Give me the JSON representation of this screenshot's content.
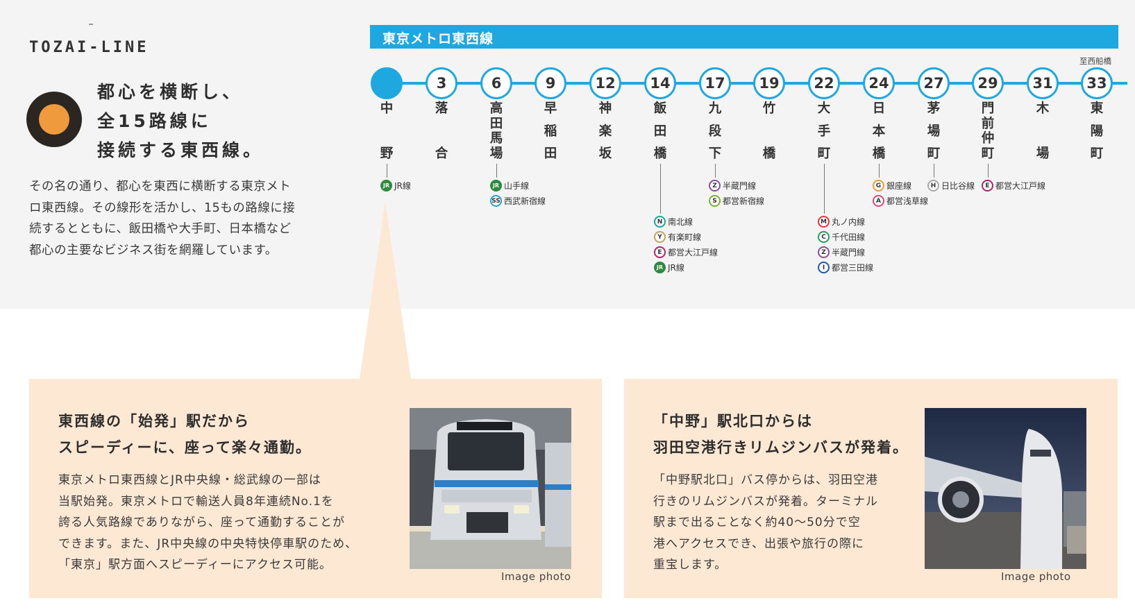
{
  "brand": {
    "logo_text": "TOZAI-LINE"
  },
  "hero": {
    "headline_lines": [
      "都心を横断し、",
      "全15路線に",
      "接続する東西線。"
    ],
    "intro_lines": [
      "その名の通り、都心を東西に横断する東京メト",
      "ロ東西線。その線形を活かし、15もの路線に接",
      "続するとともに、飯田橋や大手町、日本橋など",
      "都心の主要なビジネス街を網羅しています。"
    ]
  },
  "route_map": {
    "line_title": "東京メトロ東西線",
    "terminus_label": "至西船橋",
    "line_color": "#1fa8e0",
    "stations": [
      {
        "minutes": "",
        "name": [
          "中",
          "野"
        ]
      },
      {
        "minutes": "3",
        "name": [
          "落",
          "合"
        ]
      },
      {
        "minutes": "6",
        "name": [
          "高",
          "田",
          "馬",
          "場"
        ]
      },
      {
        "minutes": "9",
        "name": [
          "早",
          "稲",
          "田"
        ]
      },
      {
        "minutes": "12",
        "name": [
          "神",
          "楽",
          "坂"
        ]
      },
      {
        "minutes": "14",
        "name": [
          "飯",
          "田",
          "橋"
        ]
      },
      {
        "minutes": "17",
        "name": [
          "九",
          "段",
          "下"
        ]
      },
      {
        "minutes": "19",
        "name": [
          "竹",
          "橋"
        ]
      },
      {
        "minutes": "22",
        "name": [
          "大",
          "手",
          "町"
        ]
      },
      {
        "minutes": "24",
        "name": [
          "日",
          "本",
          "橋"
        ]
      },
      {
        "minutes": "27",
        "name": [
          "茅",
          "場",
          "町"
        ]
      },
      {
        "minutes": "29",
        "name": [
          "門",
          "前",
          "仲",
          "町"
        ]
      },
      {
        "minutes": "31",
        "name": [
          "木",
          "場"
        ]
      },
      {
        "minutes": "33",
        "name": [
          "東",
          "陽",
          "町"
        ]
      }
    ],
    "transfers": [
      {
        "station": 0,
        "lines": [
          {
            "code": "JR",
            "name": "JR線",
            "color": "#2e8b3d"
          }
        ]
      },
      {
        "station": 2,
        "lines": [
          {
            "code": "JR",
            "name": "山手線",
            "color": "#2e8b3d"
          },
          {
            "code": "SS",
            "name": "西武新宿線",
            "color": "#29a0d8"
          }
        ]
      },
      {
        "station": 5,
        "lines": [
          {
            "code": "N",
            "name": "南北線",
            "color": "#1aa79a"
          },
          {
            "code": "Y",
            "name": "有楽町線",
            "color": "#c4a35a"
          },
          {
            "code": "E",
            "name": "都営大江戸線",
            "color": "#b6206a"
          },
          {
            "code": "JR",
            "name": "JR線",
            "color": "#2e8b3d"
          }
        ]
      },
      {
        "station": 6,
        "lines": [
          {
            "code": "Z",
            "name": "半蔵門線",
            "color": "#8c4ea0"
          },
          {
            "code": "S",
            "name": "都営新宿線",
            "color": "#7ab32d"
          }
        ]
      },
      {
        "station": 8,
        "lines": [
          {
            "code": "M",
            "name": "丸ノ内線",
            "color": "#e2383b"
          },
          {
            "code": "C",
            "name": "千代田線",
            "color": "#1ea35b"
          },
          {
            "code": "Z",
            "name": "半蔵門線",
            "color": "#8c4ea0"
          },
          {
            "code": "I",
            "name": "都営三田線",
            "color": "#1f5aa8"
          }
        ]
      },
      {
        "station": 9,
        "lines": [
          {
            "code": "G",
            "name": "銀座線",
            "color": "#f39a30"
          },
          {
            "code": "A",
            "name": "都営浅草線",
            "color": "#e8457c"
          }
        ]
      },
      {
        "station": 10,
        "lines": [
          {
            "code": "H",
            "name": "日比谷線",
            "color": "#a7a9ac"
          }
        ]
      },
      {
        "station": 11,
        "lines": [
          {
            "code": "E",
            "name": "都営大江戸線",
            "color": "#b6206a"
          }
        ]
      }
    ]
  },
  "cards": [
    {
      "title_lines": [
        "東西線の「始発」駅だから",
        "スピーディーに、座って楽々通勤。"
      ],
      "body_lines": [
        "東京メトロ東西線とJR中央線・総武線の一部は",
        "当駅始発。東京メトロで輸送人員8年連続No.1を",
        "誇る人気路線でありながら、座って通勤することが",
        "できます。また、JR中央線の中央特快停車駅のため、",
        "「東京」駅方面へスピーディーにアクセス可能。"
      ],
      "caption": "Image photo"
    },
    {
      "title_lines": [
        "「中野」駅北口からは",
        "羽田空港行きリムジンバスが発着。"
      ],
      "body_lines": [
        "「中野駅北口」バス停からは、羽田空港",
        "行きのリムジンバスが発着。ターミナル",
        "駅まで出ることなく約40〜50分で空",
        "港へアクセスでき、出張や旅行の際に",
        "重宝します。"
      ],
      "caption": "Image photo"
    }
  ]
}
